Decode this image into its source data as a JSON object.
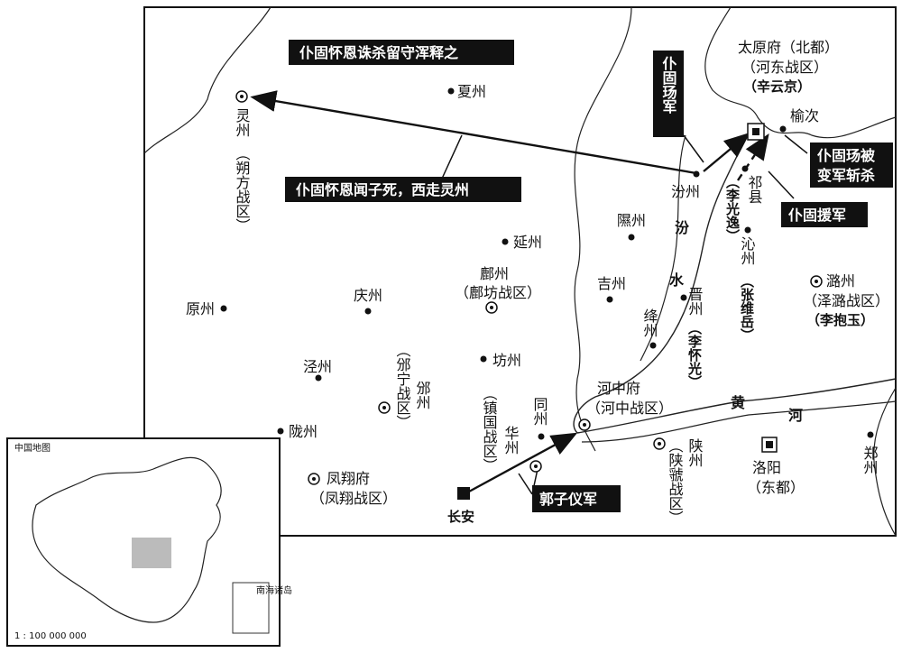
{
  "inset": {
    "title": "中国地图",
    "scale": "1 : 100 000 000",
    "south_sea_label": "南海诸岛"
  },
  "callouts": {
    "c1": "仆固怀恩诛杀留守浑释之",
    "c2": "仆固怀恩闻子死，西走灵州",
    "c3": "仆固玚军",
    "c4": "仆固玚被",
    "c4b": "变军斩杀",
    "c5": "仆固援军",
    "c6": "郭子仪军"
  },
  "places": {
    "lingzhou": "灵州",
    "lingzhou_sub": "（朔方战区）",
    "xiazhou": "夏州",
    "taiyuan": "太原府（北都）",
    "taiyuan_sub": "（河东战区）",
    "taiyuan_sub2": "（辛云京）",
    "yuci": "榆次",
    "fenzhou": "汾州",
    "qixian": "祁县",
    "qixian_sub": "（李光逸）",
    "xizhou": "隰州",
    "yanzhou": "延州",
    "fuzhou": "鄜州",
    "fuzhou_sub": "（鄜坊战区）",
    "jizhou": "吉州",
    "yuanzhou": "原州",
    "qingzhou": "庆州",
    "jiangzhou": "绛州",
    "jinzhou": "晋州",
    "jinzhou_sub": "（李怀光）",
    "qinzhou": "沁州",
    "qinzhou_sub": "（张维岳）",
    "luzhou": "潞州",
    "luzhou_sub": "（泽潞战区）",
    "luzhou_sub2": "（李抱玉）",
    "jingzhou": "泾州",
    "binning": "（邠宁战区）",
    "binzhou": "邠州",
    "fangzhou": "坊州",
    "zhenguo": "（镇国战区）",
    "tongzhou": "同州",
    "huazhou": "华州",
    "hezhongfu": "河中府",
    "hezhong_sub": "（河中战区）",
    "longzhou": "陇州",
    "fengxiang": "凤翔府",
    "fengxiang_sub": "（凤翔战区）",
    "changan": "长安",
    "shanzhou": "陕州",
    "shanguo": "（陕虢战区）",
    "luoyang": "洛阳",
    "luoyang_sub": "（东都）",
    "zhengzhou": "郑州"
  },
  "rivers": {
    "fen": [
      "汾",
      "水"
    ],
    "huang": [
      "黄",
      "河"
    ]
  }
}
